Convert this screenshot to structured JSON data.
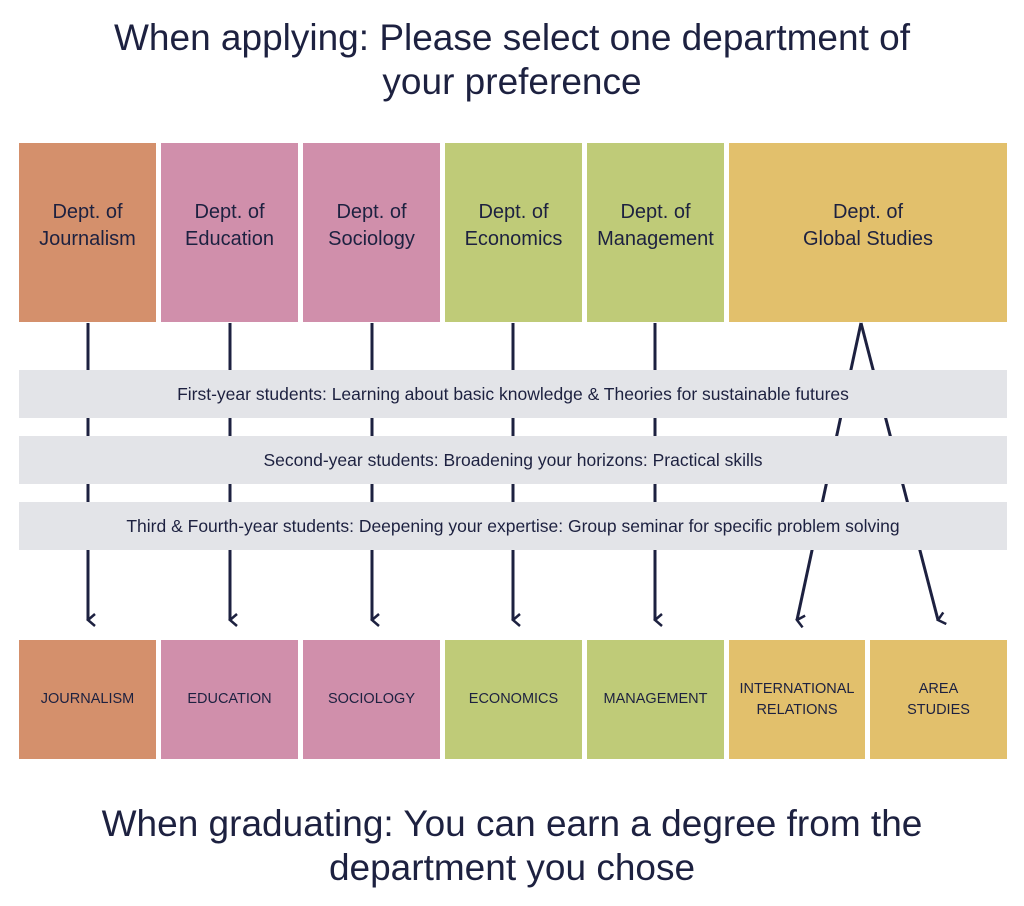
{
  "header": {
    "line1": "When applying: Please select one department of",
    "line2": "your preference"
  },
  "departments": [
    {
      "line1": "Dept. of",
      "line2": "Journalism",
      "color": "#d4906c"
    },
    {
      "line1": "Dept. of",
      "line2": "Education",
      "color": "#d08fab"
    },
    {
      "line1": "Dept. of",
      "line2": "Sociology",
      "color": "#d08fab"
    },
    {
      "line1": "Dept. of",
      "line2": "Economics",
      "color": "#bfcb78"
    },
    {
      "line1": "Dept. of",
      "line2": "Management",
      "color": "#bfcb78"
    },
    {
      "line1": "Dept. of",
      "line2": "Global Studies",
      "color": "#e2c06c"
    }
  ],
  "stages": [
    "First-year students: Learning about basic knowledge & Theories for sustainable futures",
    "Second-year students: Broadening your horizons: Practical skills",
    "Third & Fourth-year students: Deepening your expertise: Group seminar for specific problem solving"
  ],
  "degrees": [
    {
      "line1": "Journalism"
    },
    {
      "line1": "Education"
    },
    {
      "line1": "Sociology"
    },
    {
      "line1": "Economics"
    },
    {
      "line1": "Management"
    },
    {
      "line1": "International",
      "line2": "Relations"
    },
    {
      "line1": "Area",
      "line2": "Studies"
    }
  ],
  "footer": {
    "line1": "When graduating: You can earn a degree from the",
    "line2": "department you chose"
  }
}
